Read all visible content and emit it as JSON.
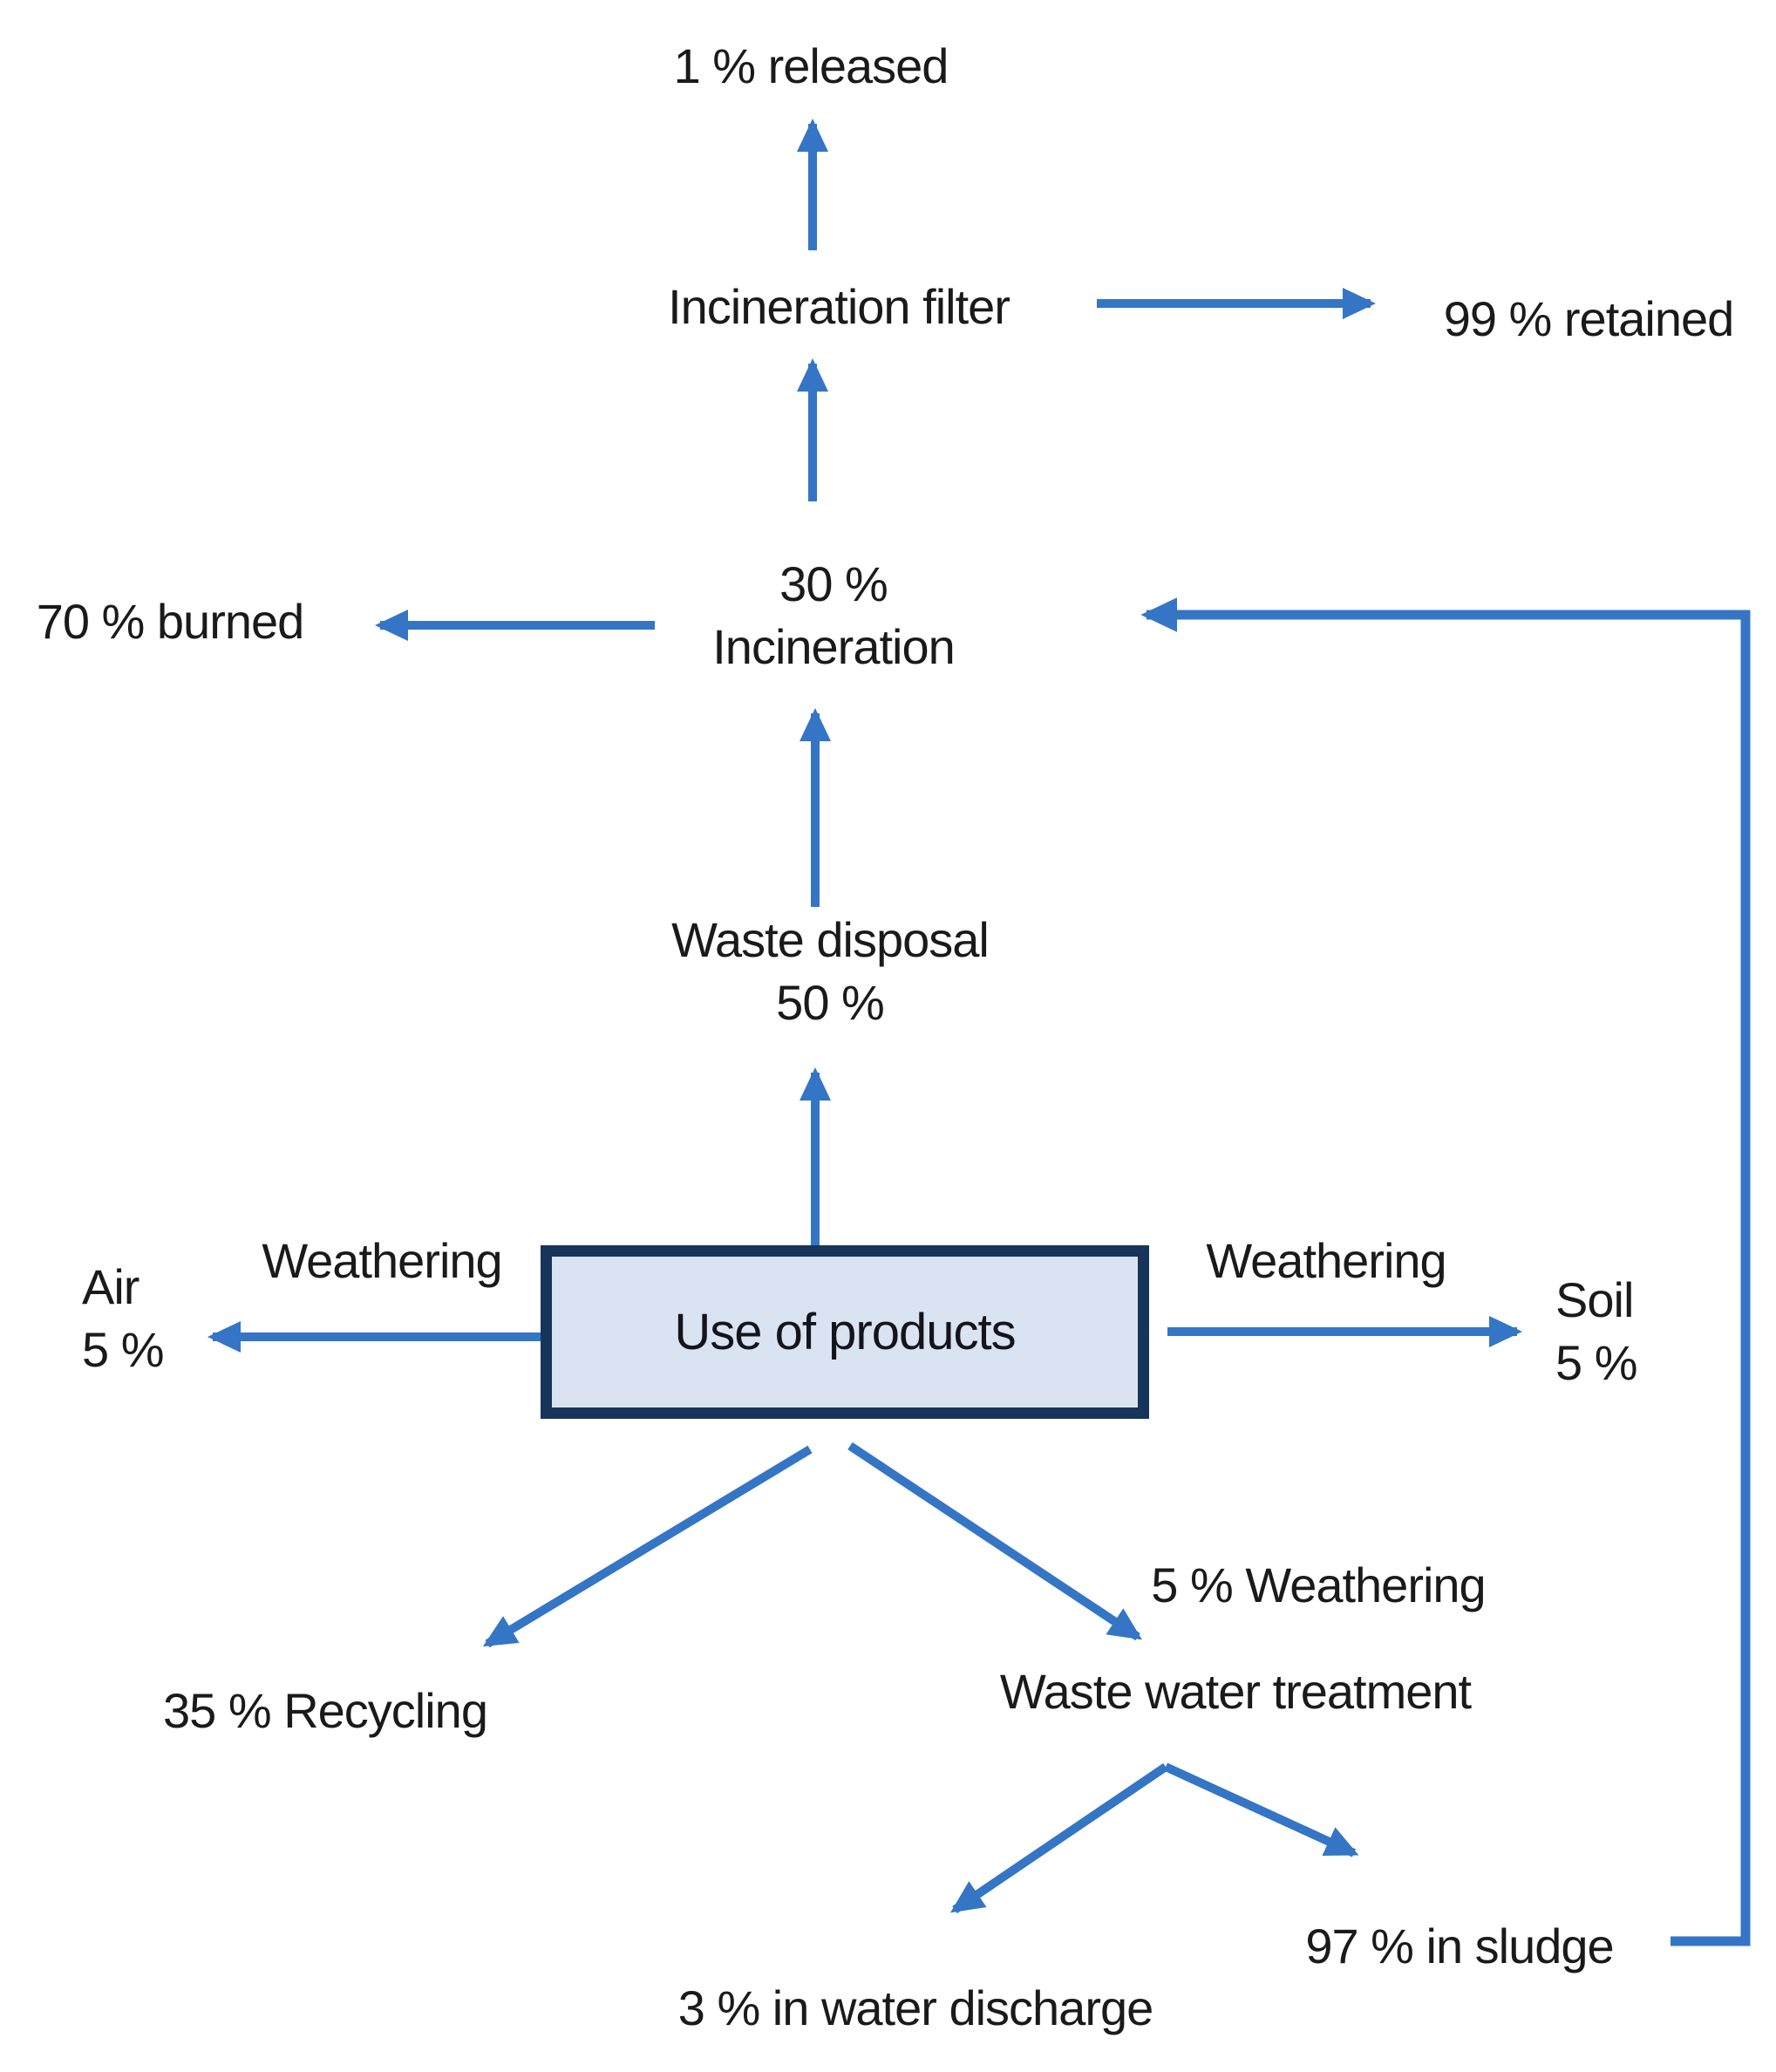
{
  "figure": {
    "type": "flow-diagram",
    "background": "#ffffff",
    "arrow_color": "#3575c5",
    "box_border_color": "#17355b",
    "box_fill_color": "#dae3f1",
    "text_color": "#1a1a1a"
  },
  "nodes": {
    "released": "1 % released",
    "incineration_filter": "Incineration filter",
    "retained": "99 % retained",
    "incineration_pct": "30 %",
    "incineration": "Incineration",
    "burned": "70 % burned",
    "waste_disposal": "Waste disposal",
    "waste_disposal_pct": "50 %",
    "use_of_products": "Use of products",
    "weathering_left": "Weathering",
    "weathering_right": "Weathering",
    "air": "Air",
    "air_pct": "5 %",
    "soil": "Soil",
    "soil_pct": "5 %",
    "recycling": "35 % Recycling",
    "weathering_bottom": "5 % Weathering",
    "waste_water_treatment": "Waste water treatment",
    "sludge": "97 % in sludge",
    "water_discharge": "3 % in water discharge"
  }
}
